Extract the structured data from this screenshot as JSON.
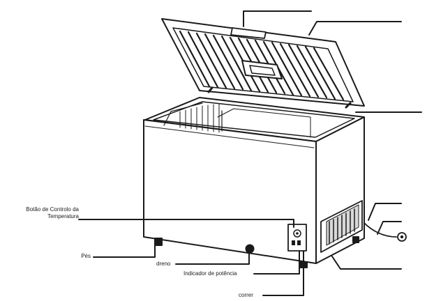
{
  "labels": {
    "temp_button_line1": "Botão de Controlo da",
    "temp_button_line2": "Temperatura",
    "feet": "Pés",
    "drain": "dreno",
    "power_indicator": "Indicador de potência",
    "runner": "correr"
  },
  "colors": {
    "line": "#1a1a1a",
    "fill": "#ffffff",
    "shade": "#d9d9d9"
  }
}
